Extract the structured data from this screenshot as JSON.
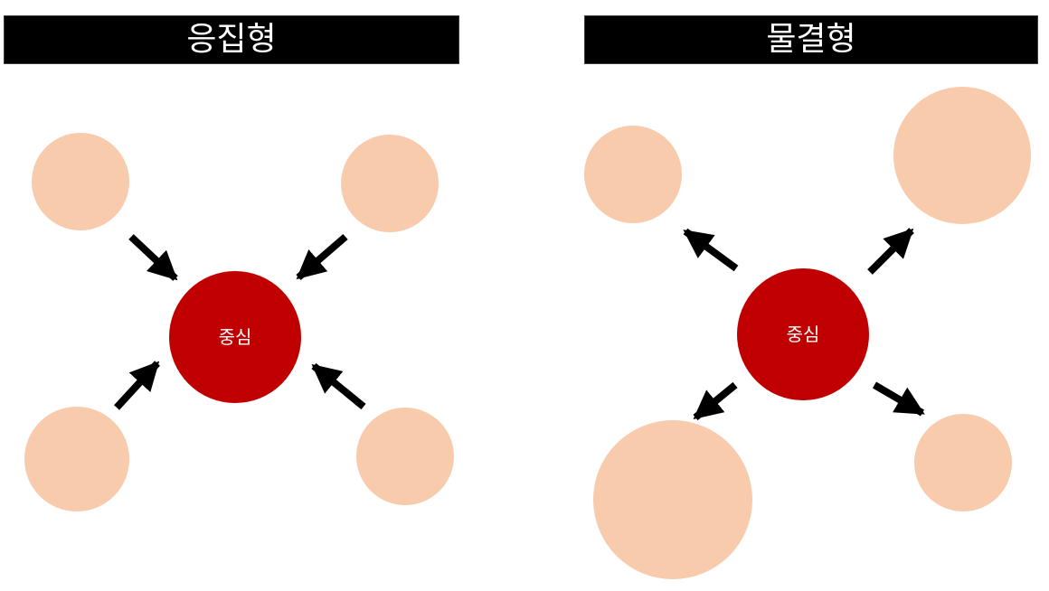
{
  "colors": {
    "title_bg": "#000000",
    "title_text": "#ffffff",
    "center_node": "#c00000",
    "outer_node": "#f8cbad",
    "arrow": "#000000"
  },
  "panels": [
    {
      "title": "응집형",
      "direction": "inward",
      "center_label": "중심"
    },
    {
      "title": "물결형",
      "direction": "outward",
      "center_label": "중심"
    }
  ]
}
